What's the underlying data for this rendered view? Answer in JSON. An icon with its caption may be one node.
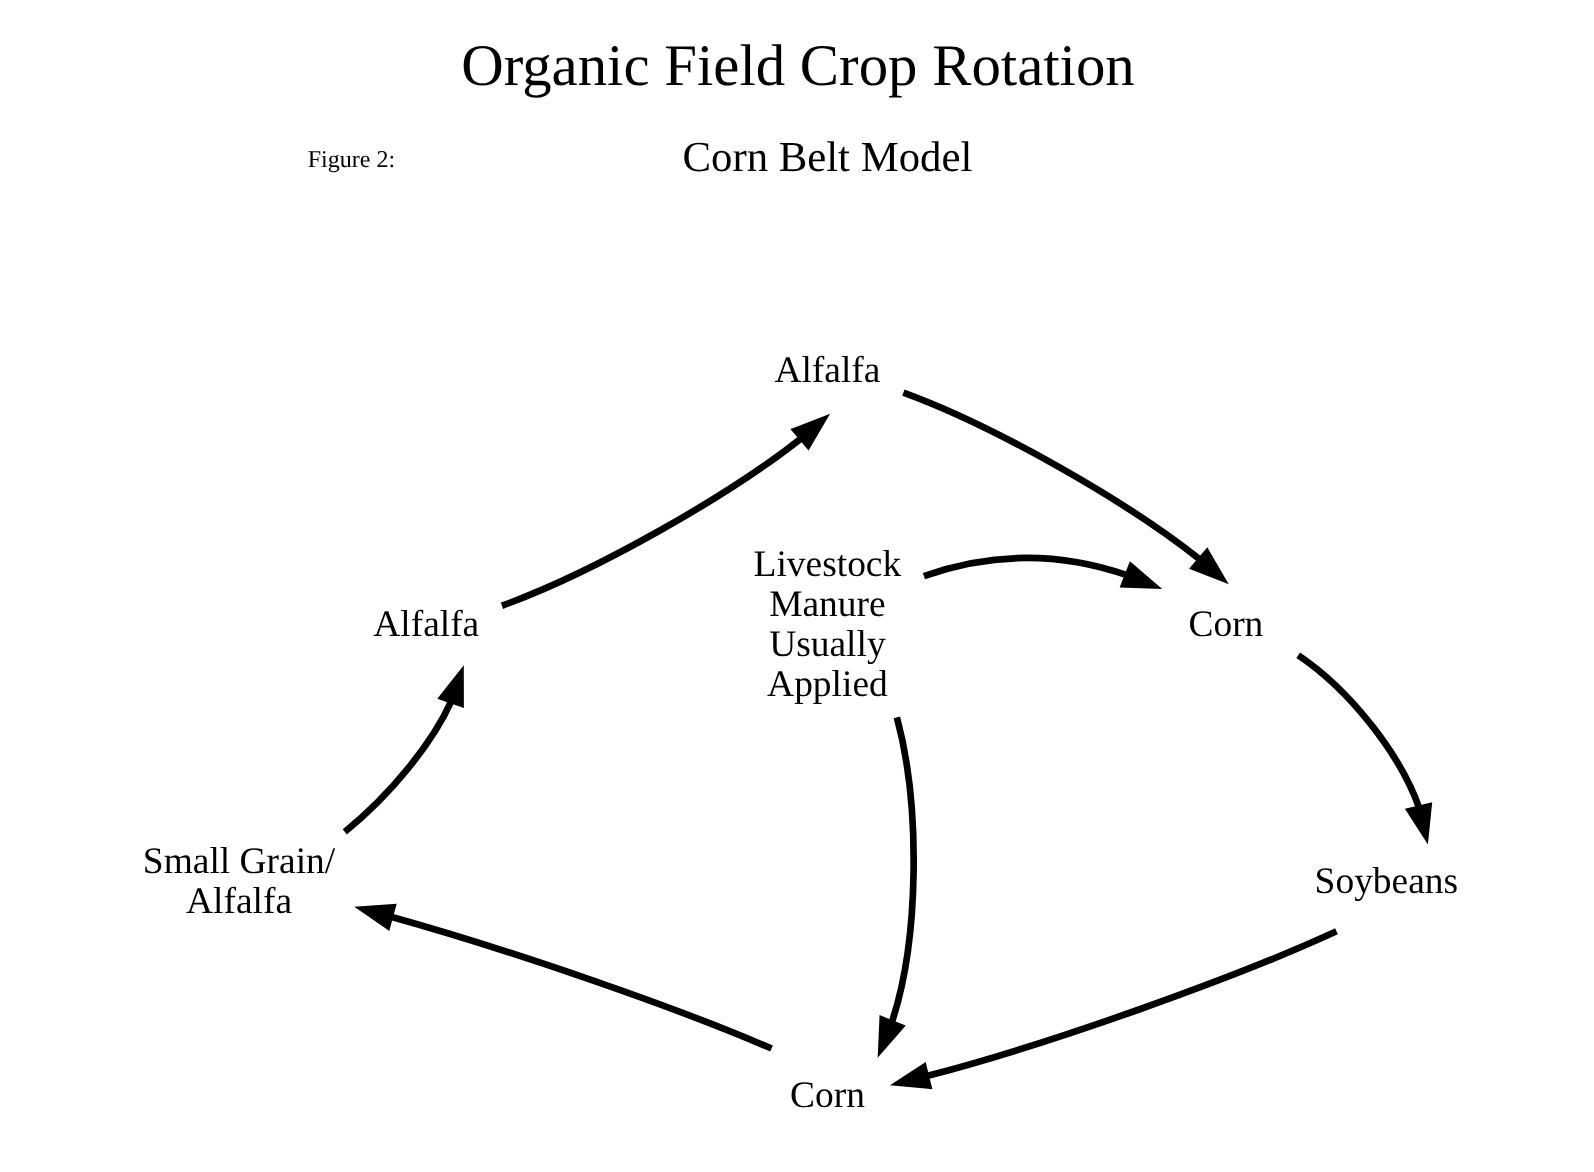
{
  "diagram": {
    "title": "Organic Field Crop Rotation",
    "nodes": [
      {
        "text": [
          "Alfalfa"
        ]
      },
      {
        "text": [
          "Corn"
        ]
      },
      {
        "text": [
          "Soybeans"
        ]
      },
      {
        "text": [
          "Corn"
        ]
      },
      {
        "text": [
          "Small Grain/ Alfalfa"
        ]
      },
      {
        "text": [
          "Alfalfa"
        ]
      },
      {
        "text": [
          "Livestock Manure Usually Applied"
        ]
      }
    ],
    "edges": [
      {
        "from": 5,
        "to": 0,
        "arrow": "to"
      },
      {
        "from": 0,
        "to": 1,
        "arrow": "to"
      },
      {
        "from": 1,
        "to": 2,
        "arrow": "to"
      },
      {
        "from": 2,
        "to": 3,
        "arrow": "to"
      },
      {
        "from": 3,
        "to": 4,
        "arrow": "to"
      },
      {
        "from": 4,
        "to": 5,
        "arrow": "to"
      },
      {
        "from": 6,
        "to": 1,
        "arrow": "to"
      },
      {
        "from": 6,
        "to": 3,
        "arrow": "to"
      }
    ],
    "labels": [
      "Figure 2:",
      "Corn Belt Model"
    ]
  }
}
